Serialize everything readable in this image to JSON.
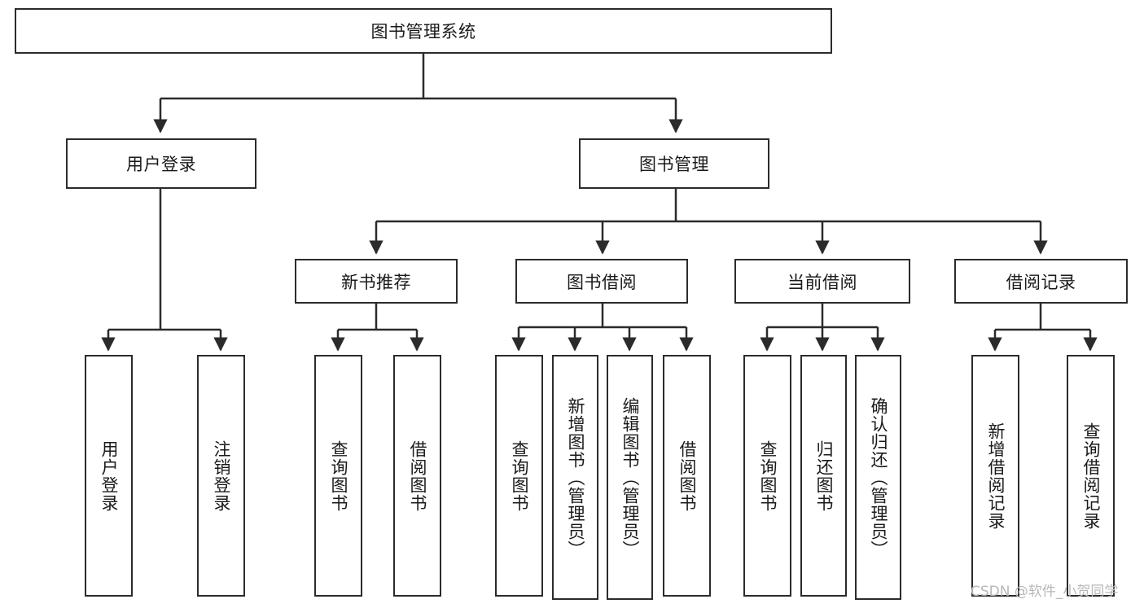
{
  "diagram": {
    "title": "图书管理系统",
    "type": "tree",
    "watermark": "CSDN @软件_小贺同学",
    "colors": {
      "stroke": "#2b2b2b",
      "fill": "#ffffff",
      "text": "#1a1a1a",
      "watermark": "#b8b8b8"
    },
    "root": {
      "label": "图书管理系统"
    },
    "level2": [
      {
        "label": "用户登录"
      },
      {
        "label": "图书管理"
      }
    ],
    "level3": [
      {
        "label": "新书推荐"
      },
      {
        "label": "图书借阅"
      },
      {
        "label": "当前借阅"
      },
      {
        "label": "借阅记录"
      }
    ],
    "leaves": {
      "user_login": [
        {
          "label": "用户登录"
        },
        {
          "label": "注销登录"
        }
      ],
      "new_book": [
        {
          "label": "查询图书"
        },
        {
          "label": "借阅图书"
        }
      ],
      "book_borrow": [
        {
          "label": "查询图书"
        },
        {
          "label": "新增图书（管理员）"
        },
        {
          "label": "编辑图书（管理员）"
        },
        {
          "label": "借阅图书"
        }
      ],
      "current_borrow": [
        {
          "label": "查询图书"
        },
        {
          "label": "归还图书"
        },
        {
          "label": "确认归还（管理员）"
        }
      ],
      "borrow_record": [
        {
          "label": "新增借阅记录"
        },
        {
          "label": "查询借阅记录"
        }
      ]
    }
  }
}
